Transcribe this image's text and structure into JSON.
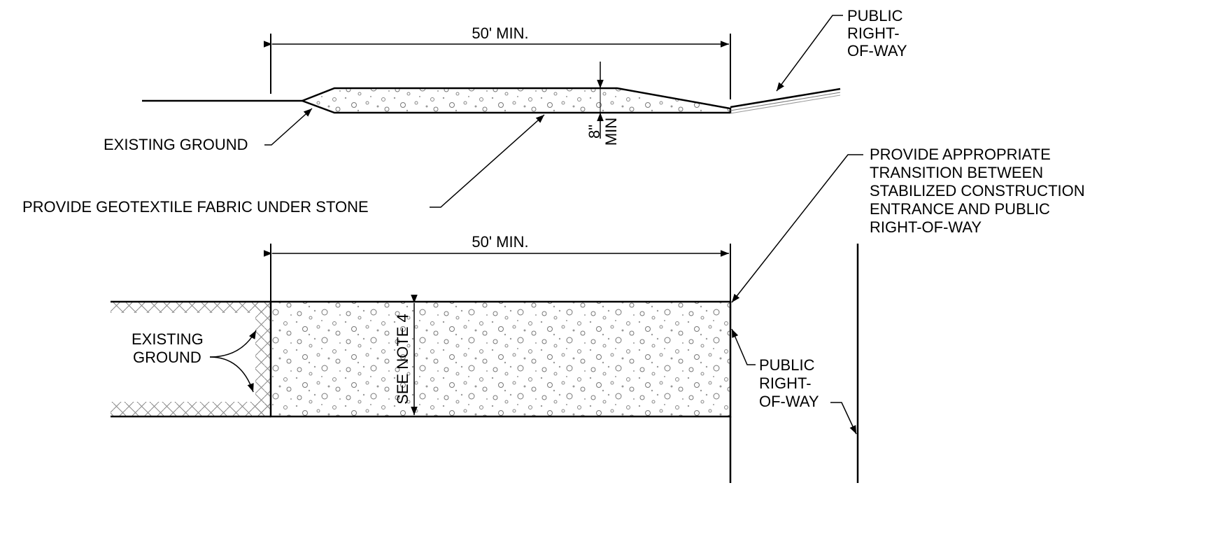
{
  "profile_view": {
    "dimension_top": "50' MIN.",
    "public_row_lines": [
      "PUBLIC",
      "RIGHT-",
      "OF-WAY"
    ],
    "existing_ground": "EXISTING GROUND",
    "geotextile_note": "PROVIDE GEOTEXTILE FABRIC UNDER STONE",
    "depth_value": "8\"",
    "depth_suffix": "MIN"
  },
  "plan_view": {
    "dimension_top": "50' MIN.",
    "transition_note_lines": [
      "PROVIDE APPROPRIATE",
      "TRANSITION BETWEEN",
      "STABILIZED CONSTRUCTION",
      "ENTRANCE AND PUBLIC",
      "RIGHT-OF-WAY"
    ],
    "existing_ground_lines": [
      "EXISTING",
      "GROUND"
    ],
    "see_note": "SEE NOTE 4",
    "public_row_lines": [
      "PUBLIC",
      "RIGHT-",
      "OF-WAY"
    ]
  }
}
